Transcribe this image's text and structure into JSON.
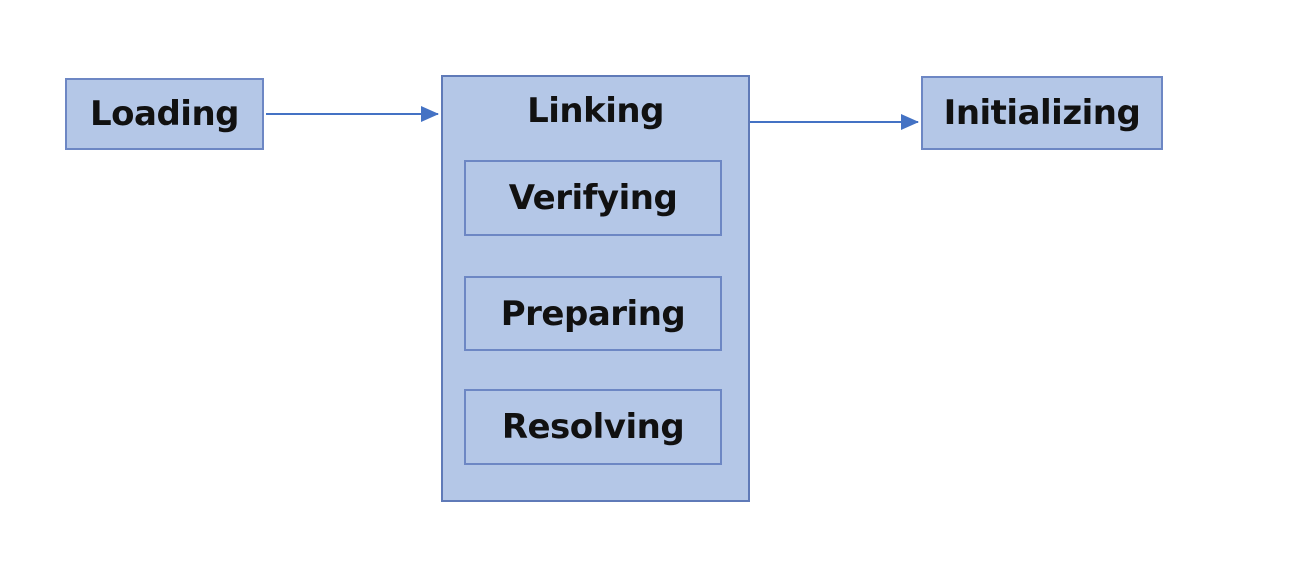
{
  "theme": {
    "background": "#ffffff",
    "node_fill": "#b4c7e7",
    "node_border": "#6d87c4",
    "container_border": "#5f7ab8",
    "arrow": "#4472c4",
    "text": "#111111"
  },
  "diagram": {
    "nodes": {
      "loading": {
        "label": "Loading"
      },
      "linking": {
        "label": "Linking",
        "children": [
          {
            "id": "verifying",
            "label": "Verifying"
          },
          {
            "id": "preparing",
            "label": "Preparing"
          },
          {
            "id": "resolving",
            "label": "Resolving"
          }
        ]
      },
      "initializing": {
        "label": "Initializing"
      }
    },
    "edges": [
      {
        "from": "loading",
        "to": "linking"
      },
      {
        "from": "linking",
        "to": "initializing"
      },
      {
        "from": "verifying",
        "to": "preparing"
      },
      {
        "from": "preparing",
        "to": "resolving"
      }
    ]
  }
}
